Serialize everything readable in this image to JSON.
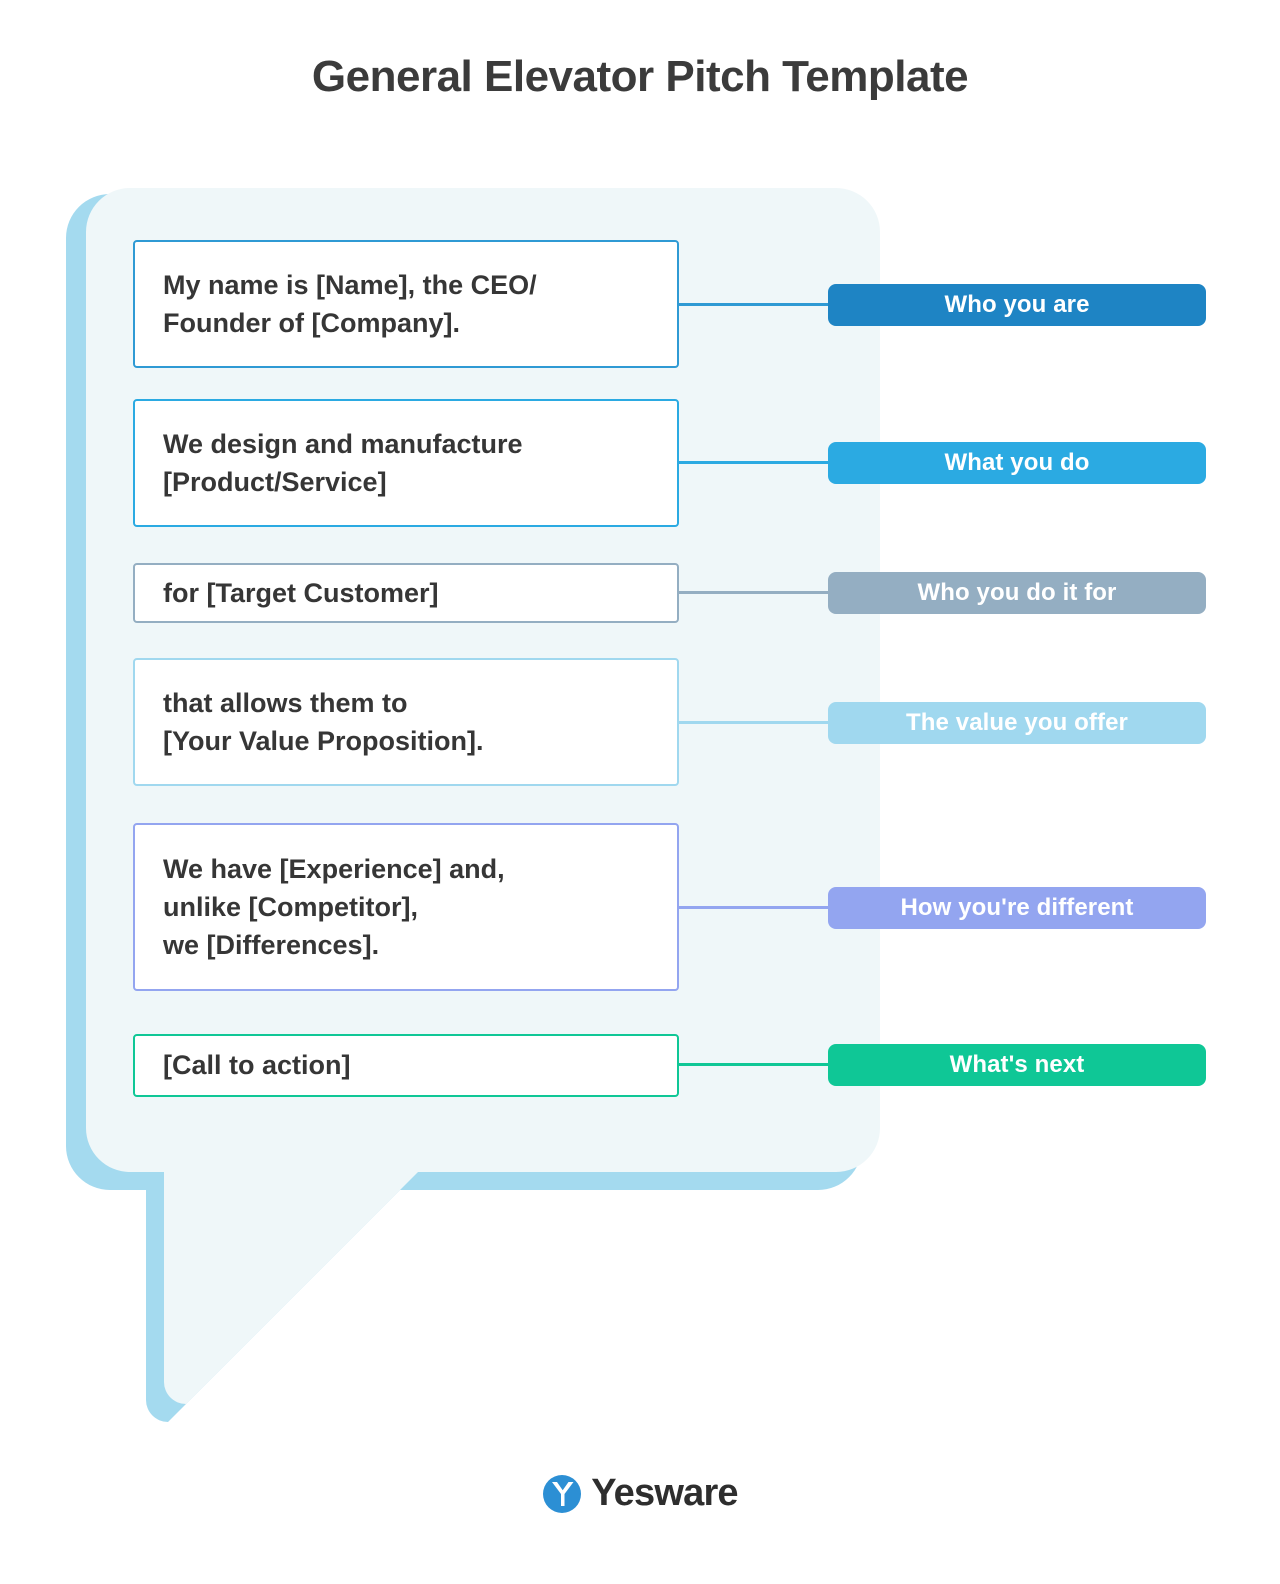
{
  "page": {
    "title": "General Elevator Pitch Template",
    "background_color": "#FFFFFF"
  },
  "bubble": {
    "fill_color": "#EFF7F9",
    "shadow_color": "#A4DAEF"
  },
  "rows": [
    {
      "statement": "My name is [Name], the CEO/\nFounder of [Company].",
      "statement_border_color": "#2F9AD4",
      "label": "Who you are",
      "label_color": "#1E84C4",
      "label_text_color": "#FFFFFF",
      "connector_color": "#2F9AD4"
    },
    {
      "statement": "We design and manufacture\n[Product/Service]",
      "statement_border_color": "#2BAAE2",
      "label": "What you do",
      "label_color": "#2BAAE2",
      "label_text_color": "#FFFFFF",
      "connector_color": "#2BAAE2"
    },
    {
      "statement": "for [Target Customer]",
      "statement_border_color": "#94AEC2",
      "label": "Who you do it for",
      "label_color": "#94AEC2",
      "label_text_color": "#FFFFFF",
      "connector_color": "#94AEC2"
    },
    {
      "statement": "that allows them to\n[Your Value Proposition].",
      "statement_border_color": "#A0D8EF",
      "label": "The value you offer",
      "label_color": "#A0D8EF",
      "label_text_color": "#FFFFFF",
      "connector_color": "#A0D8EF"
    },
    {
      "statement": "We have [Experience] and,\nunlike [Competitor],\nwe [Differences].",
      "statement_border_color": "#93A5F0",
      "label": "How you're different",
      "label_color": "#93A5F0",
      "label_text_color": "#FFFFFF",
      "connector_color": "#93A5F0"
    },
    {
      "statement": "[Call to action]",
      "statement_border_color": "#0FC796",
      "label": "What's next",
      "label_color": "#0FC796",
      "label_text_color": "#FFFFFF",
      "connector_color": "#0FC796"
    }
  ],
  "footer": {
    "brand": "Yesware",
    "brand_mark_color": "#2C8FD4"
  }
}
